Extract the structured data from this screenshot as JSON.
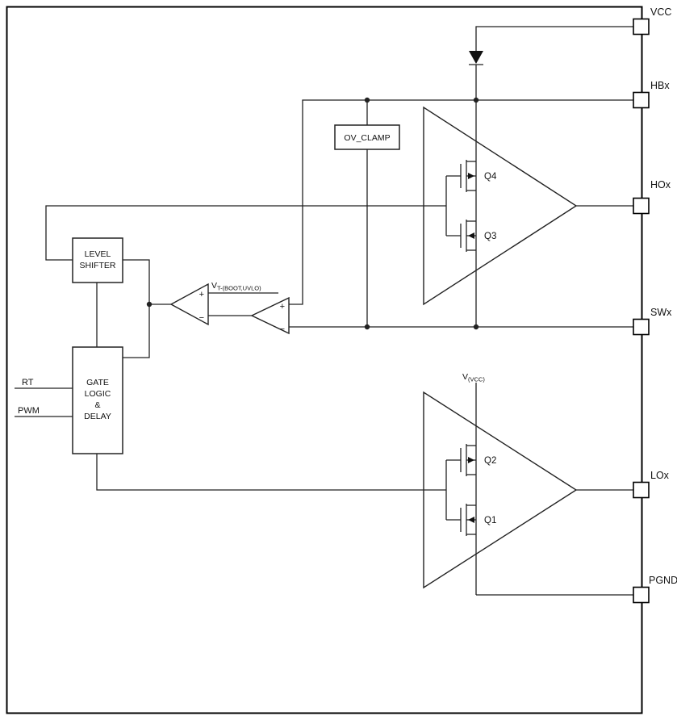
{
  "pins": {
    "vcc": "VCC",
    "hbx": "HBx",
    "hox": "HOx",
    "swx": "SWx",
    "lox": "LOx",
    "pgnd": "PGND"
  },
  "inputs": {
    "rt": "RT",
    "pwm": "PWM"
  },
  "blocks": {
    "ov_clamp": "OV_CLAMP",
    "level_shifter": {
      "line1": "LEVEL",
      "line2": "SHIFTER"
    },
    "gate_logic": {
      "line1": "GATE",
      "line2": "LOGIC",
      "line3": "&",
      "line4": "DELAY"
    }
  },
  "transistors": {
    "q1": "Q1",
    "q2": "Q2",
    "q3": "Q3",
    "q4": "Q4"
  },
  "labels": {
    "vt_threshold": {
      "base": "V",
      "sub": "T-(BOOT,UVLO)"
    },
    "vcc_supply": {
      "base": "V",
      "sub": "(VCC)"
    }
  },
  "symbols": {
    "plus": "+",
    "minus": "−"
  },
  "colors": {
    "stroke": "#222222",
    "background": "#ffffff"
  }
}
